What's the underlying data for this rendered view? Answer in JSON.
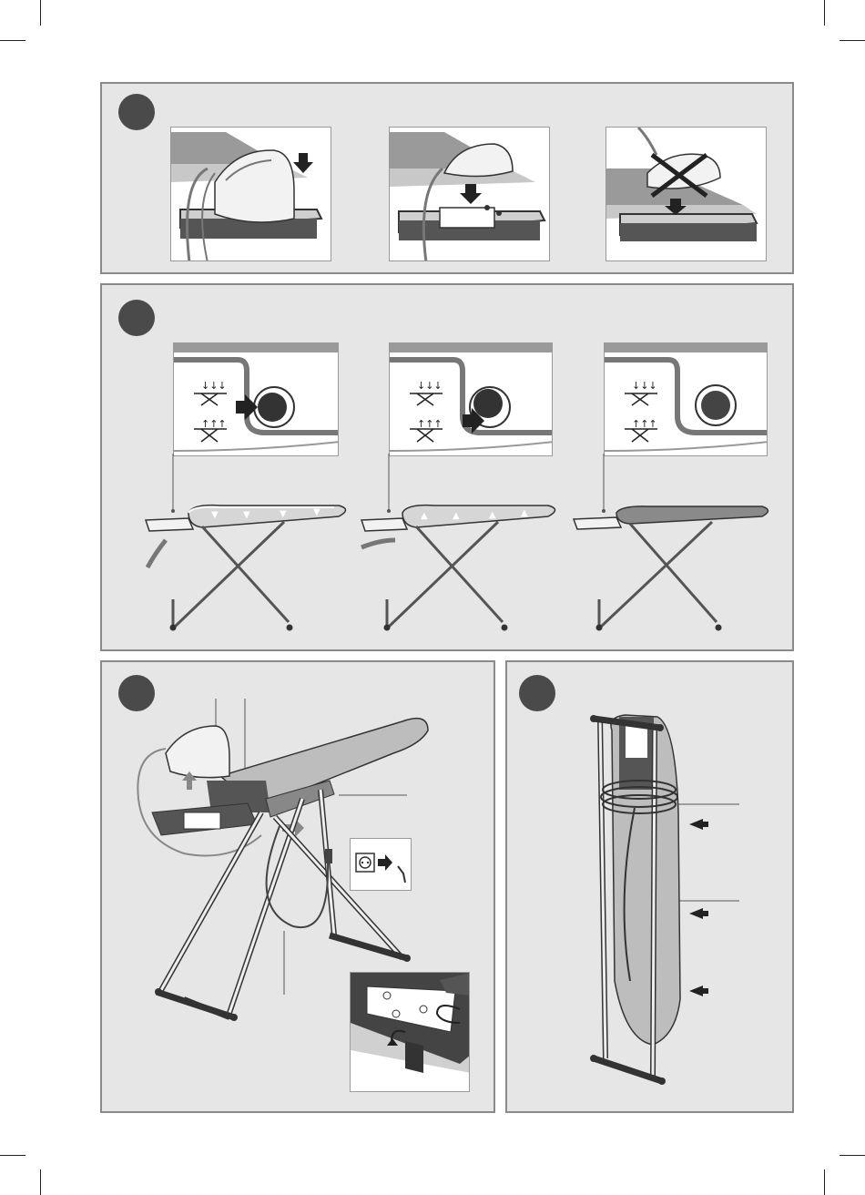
{
  "page": {
    "panels": [
      {
        "id": "panel-1",
        "step_marker": "step-marker-1",
        "images": [
          "iron-set-on-tray",
          "iron-placed-into-tray-slot",
          "wrong-placement-crossed"
        ]
      },
      {
        "id": "panel-2",
        "step_marker": "step-marker-2",
        "images": [
          "blow-mode-button",
          "suction-mode-button",
          "neutral-mode-button"
        ]
      },
      {
        "id": "panel-3",
        "step_marker": "step-marker-3",
        "images": [
          "board-setup-with-iron",
          "plug-into-socket",
          "cord-tray-closeup"
        ]
      },
      {
        "id": "panel-4",
        "step_marker": "step-marker-4",
        "images": [
          "folded-board-storage"
        ]
      }
    ]
  },
  "colors": {
    "panel_bg": "#e6e6e6",
    "panel_border": "#8a8a8a",
    "marker": "#4a4a4a",
    "board_fill": "#bdbdbd",
    "dark_part": "#4a4a4a"
  },
  "icons": [
    "arrow-down-icon",
    "arrow-right-icon",
    "cross-icon",
    "airflow-down-icon",
    "airflow-up-icon",
    "plug-icon",
    "socket-icon"
  ]
}
